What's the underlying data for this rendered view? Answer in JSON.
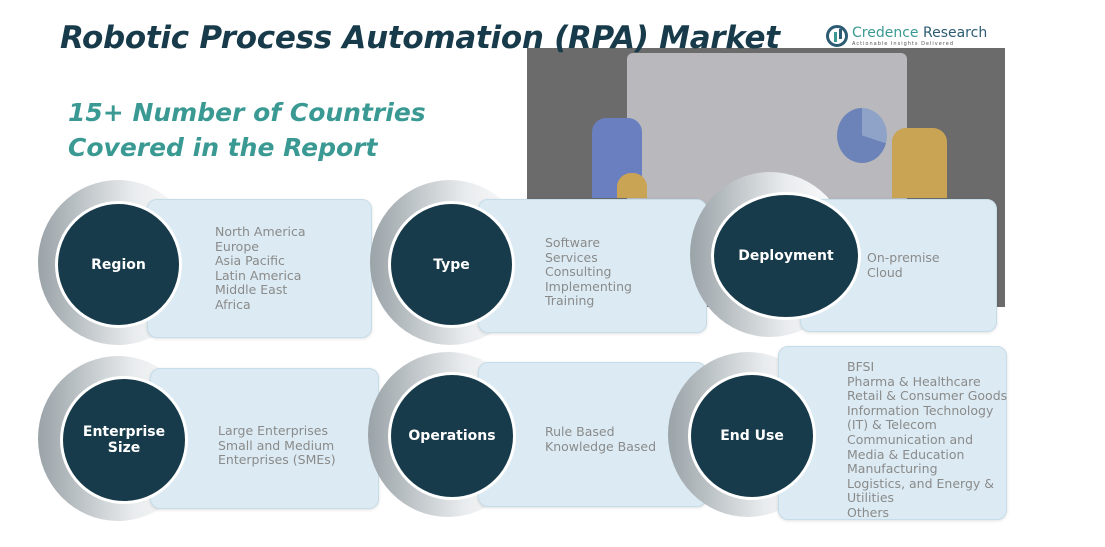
{
  "title": "Robotic Process Automation (RPA) Market",
  "subtitle": [
    "15+ Number of Countries",
    "Covered in the Report"
  ],
  "logo": {
    "name_a": "Credence",
    "name_b": " Research",
    "tagline": "Actionable Insights Delivered"
  },
  "segments": [
    {
      "label": "Region",
      "items": [
        "North America",
        "Europe",
        "Asia Pacific",
        "Latin America",
        "Middle East",
        "Africa"
      ]
    },
    {
      "label": "Type",
      "items": [
        "Software",
        "Services",
        "Consulting",
        "Implementing",
        "Training"
      ]
    },
    {
      "label": "Deployment",
      "items": [
        "On-premise",
        "Cloud"
      ]
    },
    {
      "label": "Enterprise Size",
      "items": [
        "Large Enterprises",
        "Small and Medium",
        "Enterprises (SMEs)"
      ]
    },
    {
      "label": "Operations",
      "items": [
        "Rule Based",
        "Knowledge Based"
      ]
    },
    {
      "label": "End Use",
      "items": [
        "BFSI",
        "Pharma & Healthcare",
        "Retail & Consumer Goods",
        "Information Technology",
        "(IT) & Telecom",
        "Communication and",
        "Media & Education",
        "Manufacturing",
        "Logistics, and Energy &",
        "Utilities",
        "Others"
      ]
    }
  ],
  "colors": {
    "dark": "#173b4a",
    "teal": "#3a9a93",
    "card": "#dcebf3"
  }
}
